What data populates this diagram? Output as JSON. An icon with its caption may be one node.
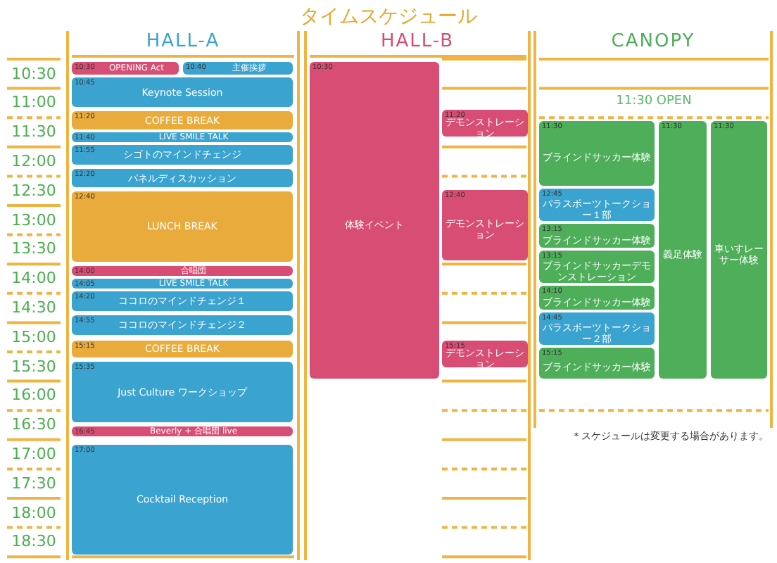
{
  "diagram": {
    "title": "タイムスケジュール",
    "nodes": [
      {
        "text": [
          "HALL-A"
        ]
      },
      {
        "text": [
          "HALL-B"
        ]
      },
      {
        "text": [
          "CANOPY"
        ]
      },
      {
        "text": [
          "10:30",
          "OPENING Act"
        ],
        "in": 0
      },
      {
        "text": [
          "10:40",
          "主催挨拶"
        ],
        "in": 0
      },
      {
        "text": [
          "10:45",
          "Keynote Session"
        ],
        "in": 0
      },
      {
        "text": [
          "11:20",
          "COFFEE BREAK"
        ],
        "in": 0
      },
      {
        "text": [
          "11:40",
          "LIVE SMILE TALK"
        ],
        "in": 0
      },
      {
        "text": [
          "11:55",
          "シゴトのマインドチェンジ"
        ],
        "in": 0
      },
      {
        "text": [
          "12:20",
          "パネルディスカッション"
        ],
        "in": 0
      },
      {
        "text": [
          "12:40",
          "LUNCH BREAK"
        ],
        "in": 0
      },
      {
        "text": [
          "14:00",
          "合唱団"
        ],
        "in": 0
      },
      {
        "text": [
          "14:05",
          "LIVE SMILE TALK"
        ],
        "in": 0
      },
      {
        "text": [
          "14:20",
          "ココロのマインドチェンジ１"
        ],
        "in": 0
      },
      {
        "text": [
          "14:55",
          "ココロのマインドチェンジ２"
        ],
        "in": 0
      },
      {
        "text": [
          "15:15",
          "COFFEE BREAK"
        ],
        "in": 0
      },
      {
        "text": [
          "15:35",
          "Just Culture ワークショップ"
        ],
        "in": 0
      },
      {
        "text": [
          "16:45",
          "Beverly + 合唱団 live"
        ],
        "in": 0
      },
      {
        "text": [
          "17:00",
          "Cocktail Reception"
        ],
        "in": 0
      },
      {
        "text": [
          "10:30",
          "体験イベント"
        ],
        "in": 1
      },
      {
        "text": [
          "11:20",
          "デモンストレーション"
        ],
        "in": 1
      },
      {
        "text": [
          "12:40",
          "デモンストレーション"
        ],
        "in": 1
      },
      {
        "text": [
          "15:15",
          "デモンストレーション"
        ],
        "in": 1
      },
      {
        "text": [
          "11:30",
          "ブラインドサッカー体験"
        ],
        "in": 2
      },
      {
        "text": [
          "11:30",
          "義足体験"
        ],
        "in": 2
      },
      {
        "text": [
          "11:30",
          "車いすレーサー体験"
        ],
        "in": 2
      },
      {
        "text": [
          "12:45",
          "パラスポーツトークショー１部"
        ],
        "in": 2
      },
      {
        "text": [
          "13:15",
          "ブラインドサッカー体験"
        ],
        "in": 2
      },
      {
        "text": [
          "13:15",
          "ブラインドサッカーデモンストレーション"
        ],
        "in": 2
      },
      {
        "text": [
          "14:10",
          "ブラインドサッカー体験"
        ],
        "in": 2
      },
      {
        "text": [
          "14:45",
          "パラスポーツトークショー２部"
        ],
        "in": 2
      },
      {
        "text": [
          "15:15",
          "ブラインドサッカー体験"
        ],
        "in": 2
      }
    ],
    "labels": [
      "10:30",
      "11:00",
      "11:30",
      "12:00",
      "12:30",
      "13:00",
      "13:30",
      "14:00",
      "14:30",
      "15:00",
      "15:30",
      "16:00",
      "16:30",
      "17:00",
      "17:30",
      "18:00",
      "18:30",
      "11:30 OPEN",
      "＊スケジュールは変更する場合があります。"
    ]
  }
}
